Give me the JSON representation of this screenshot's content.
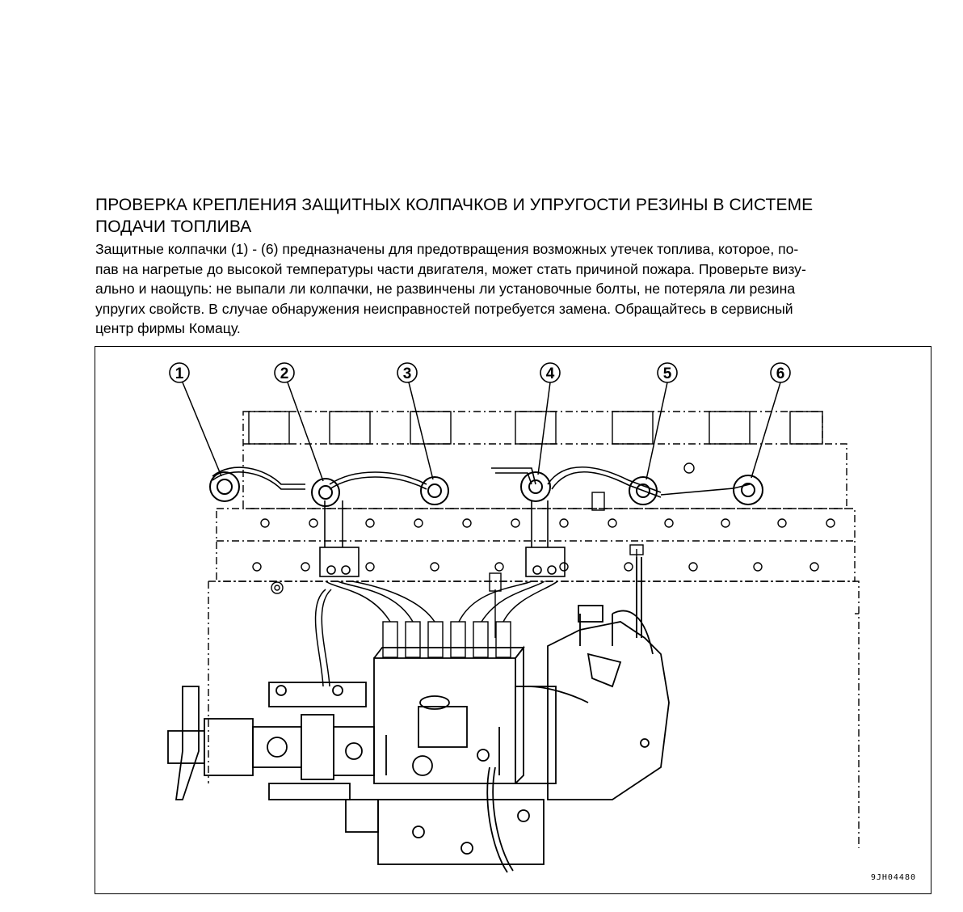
{
  "heading": {
    "line1": "ПРОВЕРКА КРЕПЛЕНИЯ ЗАЩИТНЫХ КОЛПАЧКОВ И УПРУГОСТИ РЕЗИНЫ В СИСТЕМЕ",
    "line2": "ПОДАЧИ ТОПЛИВА"
  },
  "body": {
    "lines": [
      "Защитные колпачки (1) - (6) предназначены для предотвращения возможных утечек топлива, которое, по-",
      "пав на нагретые до высокой температуры части двигателя, может стать причиной пожара. Проверьте визу-",
      "ально и наощупь: не выпали ли колпачки, не развинчены ли установочные болты, не потеряла ли резина",
      "упругих свойств. В случае обнаружения неисправностей потребуется замена. Обращайтесь в сервисный",
      "центр фирмы Комацу."
    ]
  },
  "figure": {
    "callouts": [
      "1",
      "2",
      "3",
      "4",
      "5",
      "6"
    ],
    "code": "9JH04480"
  }
}
